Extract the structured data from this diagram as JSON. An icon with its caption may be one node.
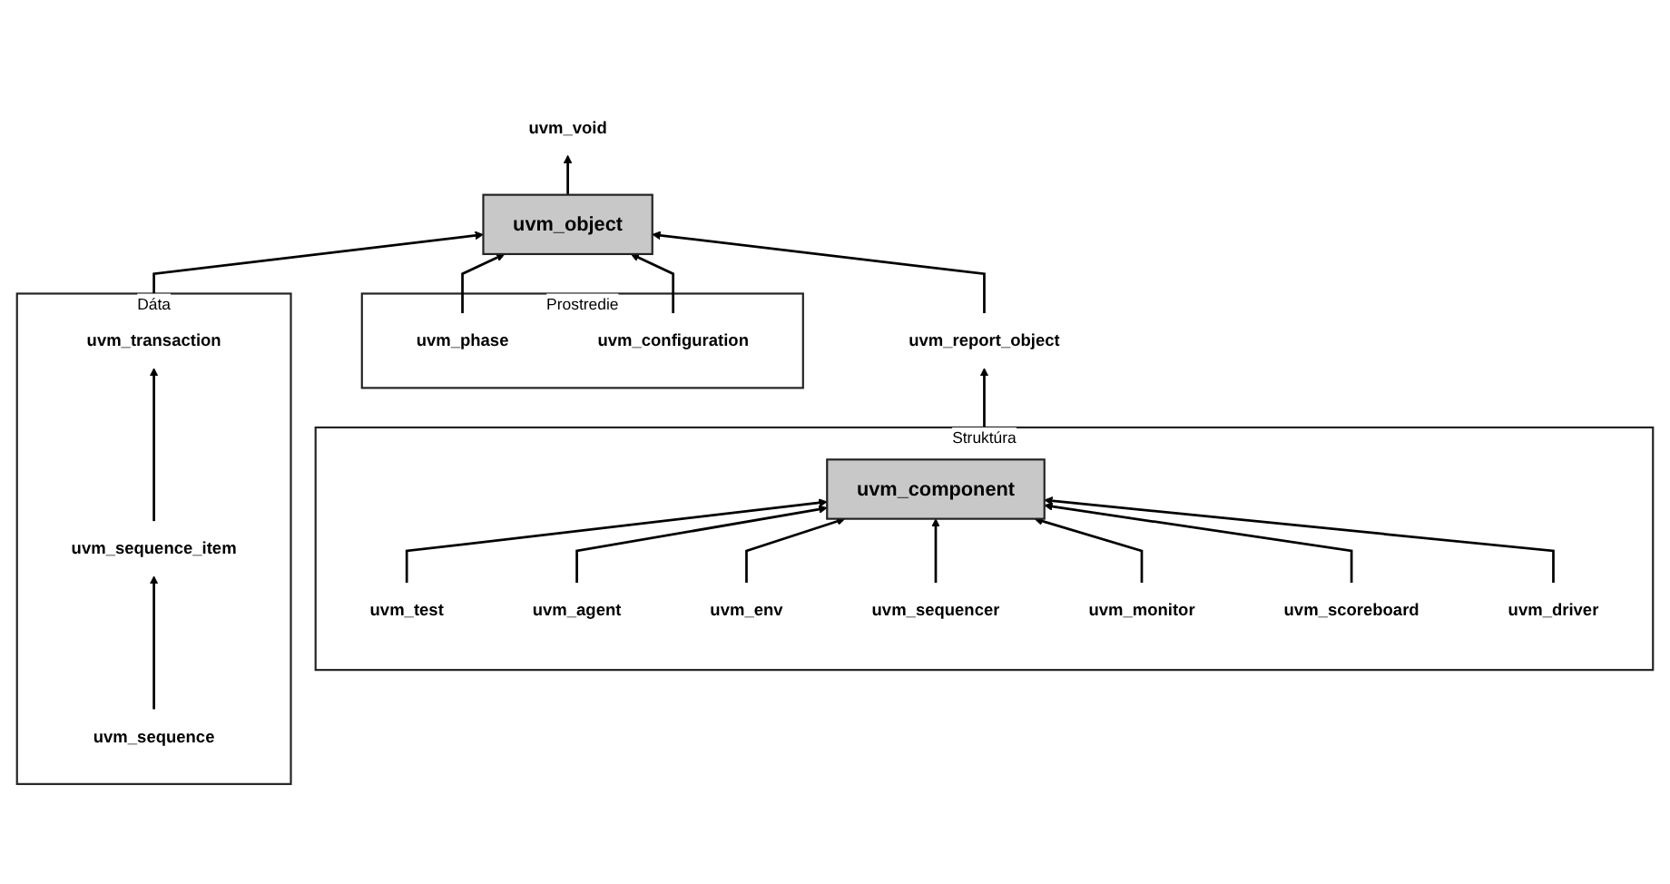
{
  "diagram": {
    "nodes": [
      {
        "text": [
          "Dáta"
        ]
      },
      {
        "text": [
          "uvm_transaction"
        ],
        "in": 0
      },
      {
        "text": [
          "uvm_sequence_item"
        ],
        "in": 0
      },
      {
        "text": [
          "uvm_sequence"
        ],
        "in": 0
      },
      {
        "text": [
          "uvm_void"
        ]
      },
      {
        "text": [
          "uvm_object"
        ]
      },
      {
        "text": [
          "Prostredie"
        ]
      },
      {
        "text": [
          "uvm_phase"
        ],
        "in": 6
      },
      {
        "text": [
          "uvm_configuration"
        ],
        "in": 6
      },
      {
        "text": [
          "uvm_report_object"
        ]
      },
      {
        "text": [
          "Struktúra"
        ]
      },
      {
        "text": [
          "uvm_component"
        ],
        "in": 10
      },
      {
        "text": [
          "uvm_test"
        ],
        "in": 10
      },
      {
        "text": [
          "uvm_agent"
        ],
        "in": 10
      },
      {
        "text": [
          "uvm_env"
        ],
        "in": 10
      },
      {
        "text": [
          "uvm_sequencer"
        ],
        "in": 10
      },
      {
        "text": [
          "uvm_monitor"
        ],
        "in": 10
      },
      {
        "text": [
          "uvm_scoreboard"
        ],
        "in": 10
      },
      {
        "text": [
          "uvm_driver"
        ],
        "in": 10
      }
    ],
    "edges": [
      {
        "from": 5,
        "to": 4,
        "arrow": "to"
      },
      {
        "from": 1,
        "to": 5,
        "arrow": "to"
      },
      {
        "from": 2,
        "to": 1,
        "arrow": "to"
      },
      {
        "from": 3,
        "to": 2,
        "arrow": "to"
      },
      {
        "from": 7,
        "to": 5,
        "arrow": "to"
      },
      {
        "from": 8,
        "to": 5,
        "arrow": "to"
      },
      {
        "from": 9,
        "to": 5,
        "arrow": "to"
      },
      {
        "from": 10,
        "to": 9,
        "arrow": "to"
      },
      {
        "from": 12,
        "to": 11,
        "arrow": "to"
      },
      {
        "from": 13,
        "to": 11,
        "arrow": "to"
      },
      {
        "from": 14,
        "to": 11,
        "arrow": "to"
      },
      {
        "from": 15,
        "to": 11,
        "arrow": "to"
      },
      {
        "from": 16,
        "to": 11,
        "arrow": "to"
      },
      {
        "from": 17,
        "to": 11,
        "arrow": "to"
      },
      {
        "from": 18,
        "to": 11,
        "arrow": "to"
      }
    ]
  }
}
